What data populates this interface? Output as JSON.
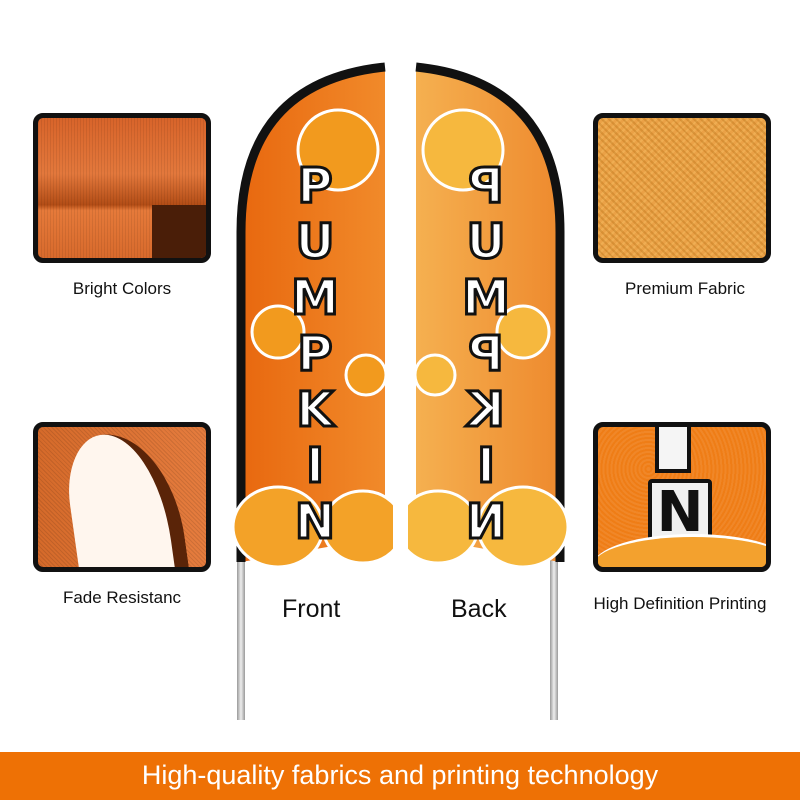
{
  "features": [
    {
      "id": "bright-colors",
      "label": "Bright Colors"
    },
    {
      "id": "premium-fabric",
      "label": "Premium Fabric"
    },
    {
      "id": "fade-resistance",
      "label": "Fade Resistanc"
    },
    {
      "id": "high-definition-printing",
      "label": "High Definition Printing"
    }
  ],
  "flags": {
    "front": {
      "label": "Front",
      "text": "PUMPKIN"
    },
    "back": {
      "label": "Back",
      "text": "PUMPKIN"
    }
  },
  "banner": {
    "text": "High-quality fabrics and printing technology"
  },
  "colors": {
    "accent": "#ee7105",
    "flag_orange": "#e8731a",
    "frame": "#111111"
  }
}
